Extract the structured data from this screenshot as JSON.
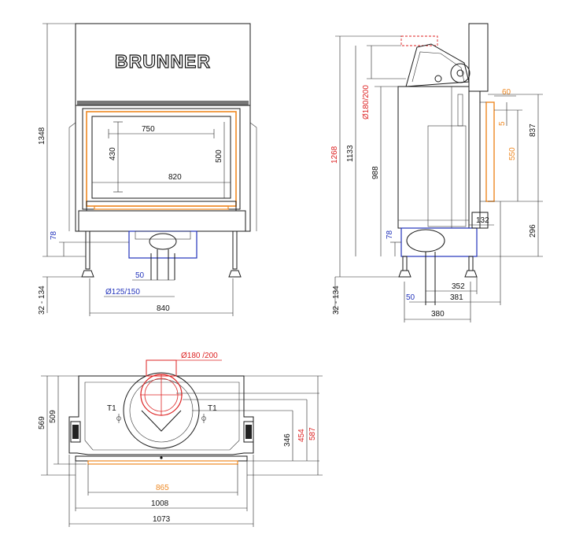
{
  "brand": "BRUNNER",
  "colors": {
    "black": "#111111",
    "blue": "#2233bb",
    "red": "#dd2222",
    "orange": "#ee8822",
    "grey": "#dddddd"
  },
  "front": {
    "height_total": "1348",
    "width_total": "840",
    "glass_width": "750",
    "glass_height": "430",
    "frame_height": "500",
    "frame_width": "820",
    "duct_height": "78",
    "offset": "50",
    "duct_diameter": "Ø125/150",
    "feet_range": "32 - 134"
  },
  "side": {
    "height_total": "1268",
    "height_flue": "1133",
    "height_body": "988",
    "flue_diameter": "Ø180/200",
    "top_offset": "60",
    "small_gap": "5",
    "door_height": "550",
    "right_height": "837",
    "bottom_height": "296",
    "depth_front": "132",
    "duct_height": "78",
    "feet_range": "32 - 134",
    "offset": "50",
    "depth_352": "352",
    "depth_381": "381",
    "depth_380": "380"
  },
  "top": {
    "flue_diameter": "Ø180 /200",
    "sensor_left": "T1",
    "sensor_right": "T1",
    "depth_569": "569",
    "depth_509": "509",
    "depth_346": "346",
    "depth_454": "454",
    "depth_587": "587",
    "width_865": "865",
    "width_1008": "1008",
    "width_1073": "1073"
  }
}
